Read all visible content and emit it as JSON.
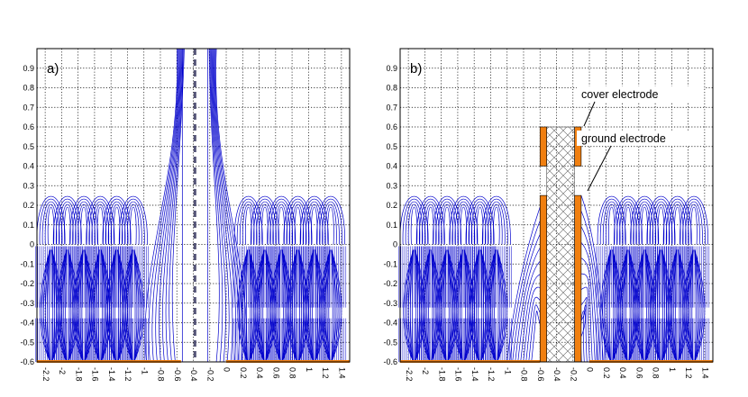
{
  "panels": [
    {
      "label": "a)",
      "yticks": [
        "0.9",
        "0.8",
        "0.7",
        "0.6",
        "0.5",
        "0.4",
        "0.3",
        "0.2",
        "0.1",
        "0",
        "-0.1",
        "-0.2",
        "-0.3",
        "-0.4",
        "-0.5",
        "-0.6"
      ],
      "xticks": [
        "-2.2",
        "-2",
        "-1.8",
        "-1.6",
        "-1.4",
        "-1.2",
        "-1",
        "-0.8",
        "-0.6",
        "-0.4",
        "-0.2",
        "0",
        "0.2",
        "0.4",
        "0.6",
        "0.8",
        "1",
        "1.2",
        "1.4"
      ]
    },
    {
      "label": "b)",
      "yticks": [
        "0.9",
        "0.8",
        "0.7",
        "0.6",
        "0.5",
        "0.4",
        "0.3",
        "0.2",
        "0.1",
        "0",
        "-0.1",
        "-0.2",
        "-0.3",
        "-0.4",
        "-0.5",
        "-0.6"
      ],
      "xticks": [
        "-2.2",
        "-2",
        "-1.8",
        "-1.6",
        "-1.4",
        "-1.2",
        "-1",
        "-0.8",
        "-0.6",
        "-0.4",
        "-0.2",
        "0",
        "0.2",
        "0.4",
        "0.6",
        "0.8",
        "1",
        "1.2",
        "1.4"
      ],
      "annotations": [
        "cover electrode",
        "ground electrode"
      ]
    }
  ],
  "colors": {
    "field_lines": "#0000cc",
    "electrode": "#f07f10",
    "grid": "#000000",
    "dashed_line": "#555577"
  }
}
